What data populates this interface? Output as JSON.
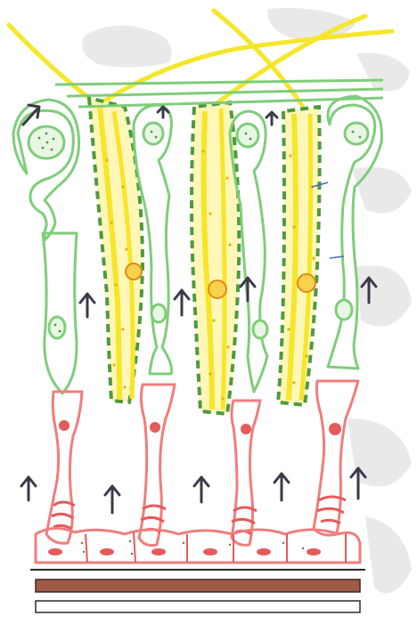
{
  "diagram": {
    "kind": "hand-drawn schematic",
    "colors": {
      "paper_smudge": "#e2e2e2",
      "yellow": "#f6e62a",
      "yellow_dots": "#e0b418",
      "green": "#7fcd7a",
      "green_dashes": "#4e9a3e",
      "red": "#f07d7d",
      "red_fill": "#e45b5b",
      "dark_arrow": "#3a3a4a",
      "brown_band": "#a05a46",
      "dark_line": "#2a2a2a"
    },
    "arrow_icon": "up-arrow-icon",
    "layers": [
      "yellow-fibers",
      "green-cells",
      "red-cells",
      "base-bands"
    ]
  }
}
